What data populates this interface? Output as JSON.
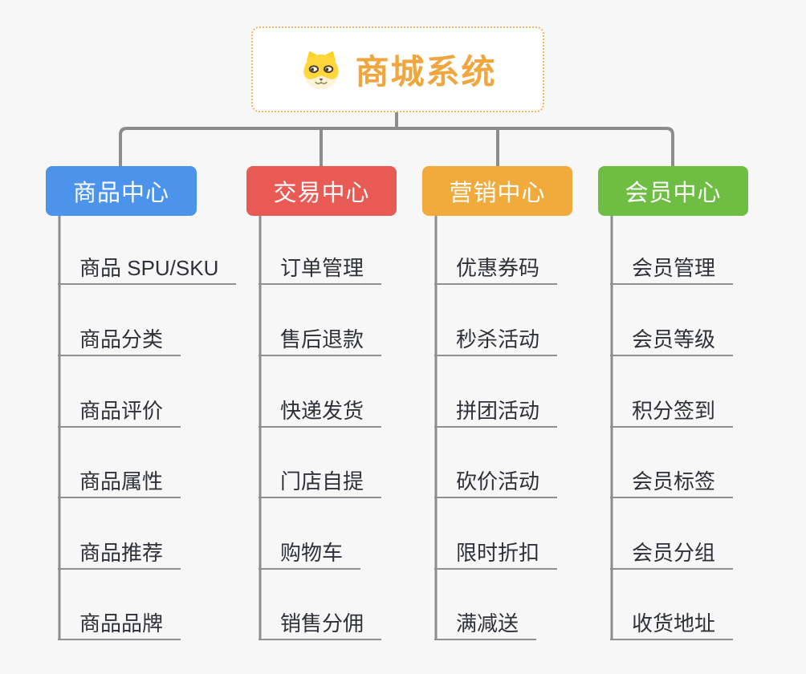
{
  "canvas": {
    "background": "#f7f7f7",
    "connector_color": "#8c8c8c",
    "leaf_underline_color": "#909090",
    "leaf_text_color": "#2e3138"
  },
  "root": {
    "title": "商城系统",
    "icon": "shiba-dog-icon",
    "text_color": "#f0a63e",
    "border_color": "#f3b55a",
    "background": "#ffffff"
  },
  "branches": [
    {
      "label": "商品中心",
      "color": "#4c93ec",
      "items": [
        "商品 SPU/SKU",
        "商品分类",
        "商品评价",
        "商品属性",
        "商品推荐",
        "商品品牌"
      ]
    },
    {
      "label": "交易中心",
      "color": "#e85b55",
      "items": [
        "订单管理",
        "售后退款",
        "快递发货",
        "门店自提",
        "购物车",
        "销售分佣"
      ]
    },
    {
      "label": "营销中心",
      "color": "#f0ab3c",
      "items": [
        "优惠券码",
        "秒杀活动",
        "拼团活动",
        "砍价活动",
        "限时折扣",
        "满减送"
      ]
    },
    {
      "label": "会员中心",
      "color": "#6fbe44",
      "items": [
        "会员管理",
        "会员等级",
        "积分签到",
        "会员标签",
        "会员分组",
        "收货地址"
      ]
    }
  ]
}
